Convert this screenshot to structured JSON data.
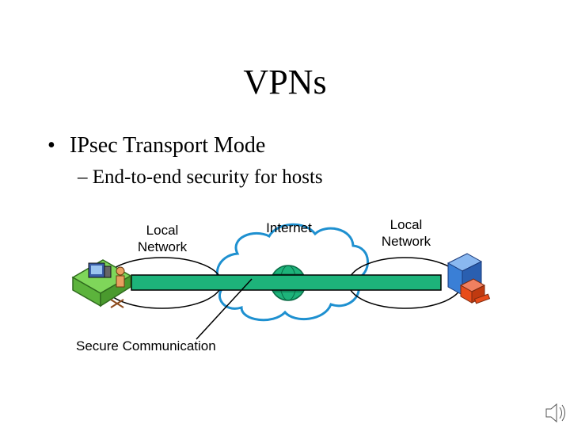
{
  "slide": {
    "title": "VPNs",
    "bullet": "IPsec Transport Mode",
    "bullet_marker": "•",
    "subbullet": "– End-to-end security for hosts"
  },
  "diagram": {
    "labels": {
      "local_network_left": "Local Network",
      "internet": "Internet",
      "local_network_right": "Local Network",
      "secure_communication": "Secure Communication"
    },
    "colors": {
      "tunnel": "#1db37a",
      "cloud_fill": "#ffffff",
      "cloud_stroke": "#1e90d0",
      "globe": "#1db37a",
      "desk": "#7fd65a",
      "server": "#3a7fd6",
      "server_accent": "#e84c1a"
    },
    "icons": [
      "workstation-icon",
      "globe-icon",
      "server-icon",
      "speaker-icon"
    ]
  }
}
